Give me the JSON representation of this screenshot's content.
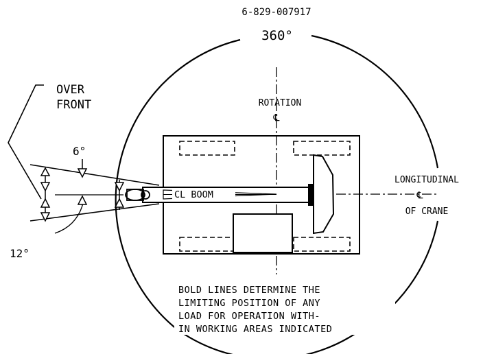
{
  "drawing": {
    "doc_number": "6-829-007917",
    "full_rotation": "360°",
    "over_front_line1": "OVER",
    "over_front_line2": "FRONT",
    "angle_small": "6°",
    "angle_large": "12°",
    "rotation_label": "ROTATION",
    "centerline_symbol": "℄",
    "boom_label": "CL BOOM",
    "longitudinal_line1": "LONGITUDINAL",
    "longitudinal_line2": "OF CRANE",
    "note_lines": [
      "BOLD LINES DETERMINE THE",
      "LIMITING POSITION OF ANY",
      "LOAD FOR OPERATION WITH-",
      "IN WORKING AREAS INDICATED"
    ]
  }
}
